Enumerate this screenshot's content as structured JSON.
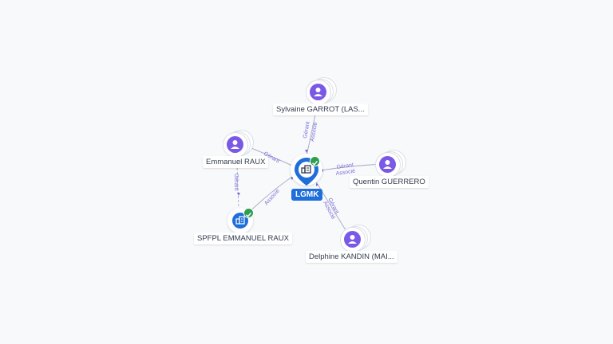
{
  "graph": {
    "center": {
      "name": "LGMK",
      "icon": "building-icon",
      "status_icon": "check-icon"
    },
    "nodes": {
      "garrot": {
        "name": "Sylvaine GARROT (LAS...",
        "icon": "person-icon"
      },
      "raux": {
        "name": "Emmanuel RAUX",
        "icon": "person-icon"
      },
      "guerrero": {
        "name": "Quentin GUERRERO",
        "icon": "person-icon"
      },
      "kandin": {
        "name": "Delphine KANDIN (MAI...",
        "icon": "person-icon"
      },
      "spfpl": {
        "name": "SPFPL EMMANUEL RAUX",
        "icon": "building-icon",
        "status_icon": "check-icon"
      }
    },
    "edges": {
      "garrot": [
        "Gérant",
        "Associé"
      ],
      "raux": [
        "Gérant"
      ],
      "guerrero": [
        "Gérant",
        "Associé"
      ],
      "kandin": [
        "Gérant",
        "Associé"
      ],
      "spfpl": [
        "Associé"
      ],
      "raux_spfpl": [
        "Gérant"
      ]
    },
    "colors": {
      "person": "#7a59e6",
      "company": "#1e6fd9",
      "active": "#2e9e4f",
      "edge": "#a9b0c8",
      "edge_label": "#7a6fd6"
    }
  }
}
